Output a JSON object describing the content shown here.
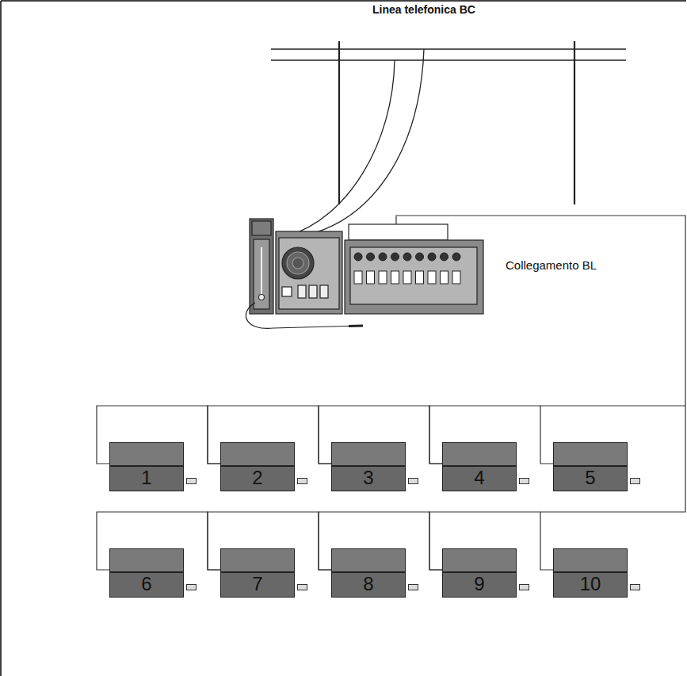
{
  "diagram": {
    "nodes": [
      {
        "text": [
          "1"
        ]
      },
      {
        "text": [
          "2"
        ]
      },
      {
        "text": [
          "3"
        ]
      },
      {
        "text": [
          "4"
        ]
      },
      {
        "text": [
          "5"
        ]
      },
      {
        "text": [
          "6"
        ]
      },
      {
        "text": [
          "7"
        ]
      },
      {
        "text": [
          "8"
        ]
      },
      {
        "text": [
          "9"
        ]
      },
      {
        "text": [
          "10"
        ]
      }
    ],
    "edges": [
      {
        "from": 0,
        "to": 1,
        "arrow": "none"
      },
      {
        "from": 1,
        "to": 2,
        "arrow": "none"
      },
      {
        "from": 2,
        "to": 3,
        "arrow": "none"
      },
      {
        "from": 3,
        "to": 4,
        "arrow": "none"
      },
      {
        "from": 5,
        "to": 6,
        "arrow": "none"
      },
      {
        "from": 6,
        "to": 7,
        "arrow": "none"
      },
      {
        "from": 7,
        "to": 8,
        "arrow": "none"
      },
      {
        "from": 8,
        "to": 9,
        "arrow": "none"
      }
    ],
    "labels": [
      "Linea telefonica BC",
      "Collegamento BL"
    ]
  }
}
